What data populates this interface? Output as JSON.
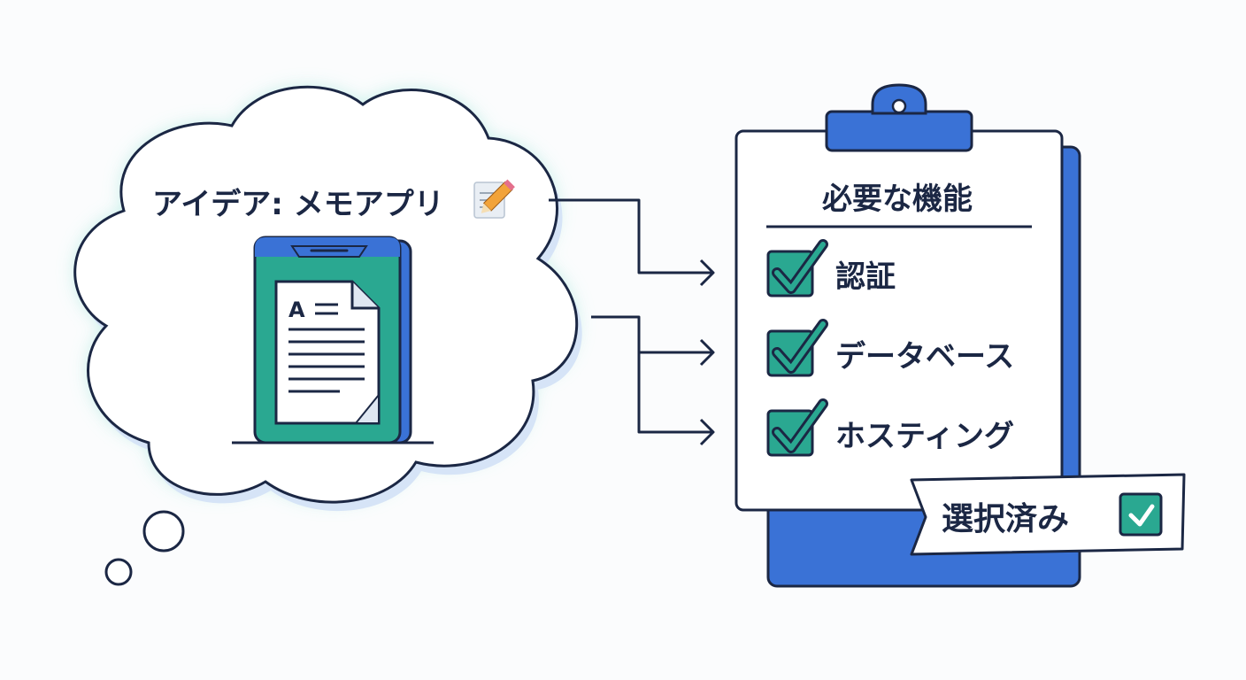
{
  "idea": {
    "title": "アイデア: メモアプリ",
    "title_icon": "memo-pencil-icon",
    "doc_glyph": "A"
  },
  "clipboard": {
    "heading": "必要な機能",
    "items": [
      {
        "label": "認証",
        "checked": true
      },
      {
        "label": "データベース",
        "checked": true
      },
      {
        "label": "ホスティング",
        "checked": true
      }
    ]
  },
  "banner": {
    "label": "選択済み",
    "checked": true
  },
  "colors": {
    "outline": "#1b2744",
    "brand_blue": "#3a72d6",
    "teal": "#2aa891",
    "cloud_glow": "#bfeee6",
    "cloud_shadow": "#d6e4f7"
  }
}
